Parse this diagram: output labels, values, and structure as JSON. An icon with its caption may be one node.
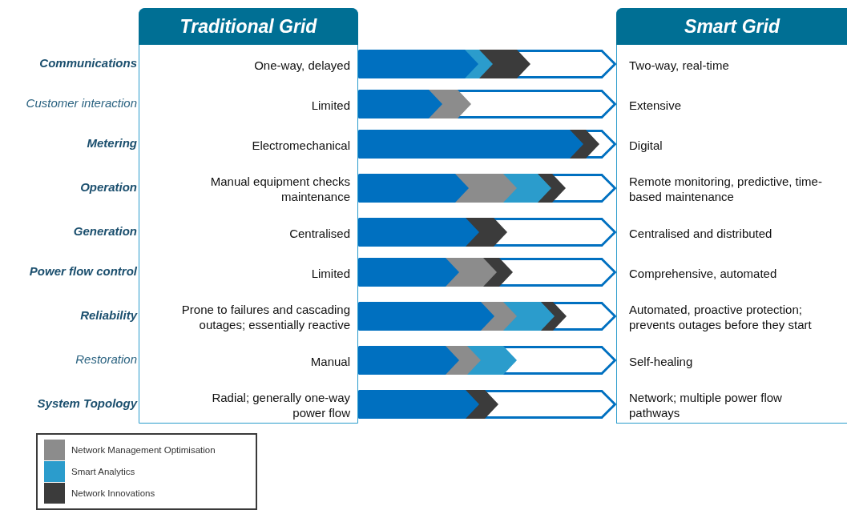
{
  "diagram": {
    "nodes": [
      {
        "text": [
          "Traditional Grid",
          "One-way, delayed",
          "Limited",
          "Electromechanical",
          "Manual equipment checks maintenance",
          "Centralised",
          "Limited",
          "Prone to failures and cascading outages; essentially reactive",
          "Manual",
          "Radial; generally one-way power flow"
        ]
      },
      {
        "text": [
          "Smart Grid",
          "Two-way, real-time",
          "Extensive",
          "Digital",
          "Remote monitoring, predictive, time-based maintenance",
          "Centralised and distributed",
          "Comprehensive, automated",
          "Automated, proactive protection; prevents outages before they start",
          "Self-healing",
          "Network; multiple power flow pathways"
        ]
      }
    ],
    "edges": [
      {
        "from": 0,
        "to": 1,
        "arrow": "to"
      },
      {
        "from": 0,
        "to": 1,
        "arrow": "to"
      },
      {
        "from": 0,
        "to": 1,
        "arrow": "to"
      },
      {
        "from": 0,
        "to": 1,
        "arrow": "to"
      },
      {
        "from": 0,
        "to": 1,
        "arrow": "to"
      },
      {
        "from": 0,
        "to": 1,
        "arrow": "to"
      },
      {
        "from": 0,
        "to": 1,
        "arrow": "to"
      },
      {
        "from": 0,
        "to": 1,
        "arrow": "to"
      },
      {
        "from": 0,
        "to": 1,
        "arrow": "to"
      }
    ],
    "labels": [
      "Communications",
      "Customer interaction",
      "Metering",
      "Operation",
      "Generation",
      "Power flow control",
      "Reliability",
      "Restoration",
      "System Topology"
    ],
    "legend": [
      {
        "text": "Network Management Optimisation",
        "color": "#8c8c8c"
      },
      {
        "text": "Smart Analytics",
        "color": "#2b9ccc"
      },
      {
        "text": "Network Innovations",
        "color": "#3b3b3b"
      }
    ]
  }
}
